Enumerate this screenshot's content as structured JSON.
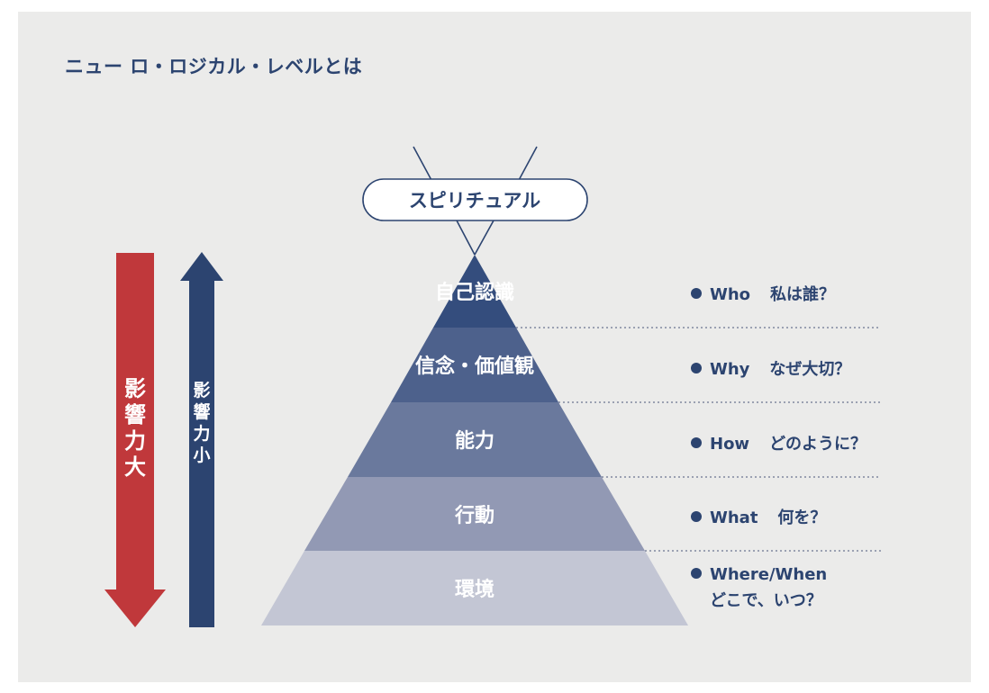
{
  "title": "ニュー ロ・ロジカル・レベルとは",
  "colors": {
    "background": "#ebebea",
    "navy": "#2c4470",
    "red": "#c0383b",
    "level_fills": [
      "#344d7d",
      "#4d618c",
      "#6a799d",
      "#9299b4",
      "#c3c6d4"
    ]
  },
  "spiritual": {
    "label": "スピリチュアル"
  },
  "arrows": {
    "down": {
      "label": "影響力大",
      "icon": "arrow-down-icon",
      "color": "#c0383b"
    },
    "up": {
      "label": "影響力小",
      "icon": "arrow-up-icon",
      "color": "#2c4470"
    }
  },
  "levels": [
    {
      "label": "自己認識",
      "question_en": "Who",
      "question_ja": "私は誰？"
    },
    {
      "label": "信念・価値観",
      "question_en": "Why",
      "question_ja": "なぜ大切？"
    },
    {
      "label": "能力",
      "question_en": "How",
      "question_ja": "どのように？"
    },
    {
      "label": "行動",
      "question_en": "What",
      "question_ja": "何を？"
    },
    {
      "label": "環境",
      "question_en": "Where/When",
      "question_ja": "どこで、いつ？"
    }
  ]
}
